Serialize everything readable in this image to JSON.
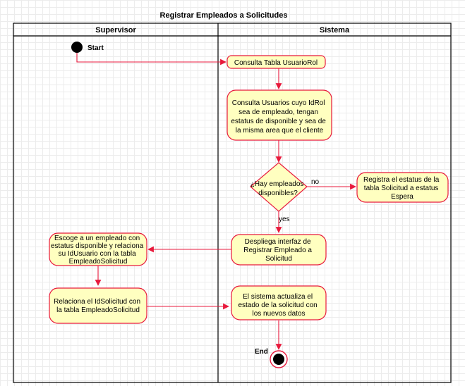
{
  "diagram": {
    "title": "Registrar Empleados a Solicitudes",
    "lanes": [
      {
        "id": "supervisor",
        "label": "Supervisor"
      },
      {
        "id": "sistema",
        "label": "Sistema"
      }
    ],
    "start": {
      "label": "Start"
    },
    "end": {
      "label": "End"
    },
    "nodes": [
      {
        "id": "consulta-tabla",
        "lines": [
          "Consulta Tabla UsuarioRol"
        ]
      },
      {
        "id": "consulta-usuarios",
        "lines": [
          "Consulta Usuarios cuyo IdRol",
          "sea de empleado, tengan",
          "estatus de disponible y sea de",
          "la misma area que el cliente"
        ]
      },
      {
        "id": "decision",
        "lines": [
          "¿Hay empleados",
          "disponibles?"
        ]
      },
      {
        "id": "registra-estatus",
        "lines": [
          "Registra el estatus de la",
          "tabla Solicitud a estatus",
          "Espera"
        ]
      },
      {
        "id": "despliega-interfaz",
        "lines": [
          "Despliega interfaz de",
          "Registrar Empleado a",
          "Solicitud"
        ]
      },
      {
        "id": "escoge-empleado",
        "lines": [
          "Escoge a un empleado con",
          "estatus disponible y relaciona",
          "su IdUsuario con la tabla",
          "EmpleadoSolicitud"
        ]
      },
      {
        "id": "relaciona",
        "lines": [
          "Relaciona el IdSolicitud con",
          "la tabla EmpleadoSolicitud"
        ]
      },
      {
        "id": "actualiza",
        "lines": [
          "El sistema actualiza el",
          "estado de la solicitud con",
          "los nuevos datos"
        ]
      }
    ],
    "edges": [
      {
        "from": "start",
        "to": "consulta-tabla",
        "label": ""
      },
      {
        "from": "consulta-tabla",
        "to": "consulta-usuarios",
        "label": ""
      },
      {
        "from": "consulta-usuarios",
        "to": "decision",
        "label": ""
      },
      {
        "from": "decision",
        "to": "registra-estatus",
        "label": "no"
      },
      {
        "from": "decision",
        "to": "despliega-interfaz",
        "label": "yes"
      },
      {
        "from": "despliega-interfaz",
        "to": "escoge-empleado",
        "label": ""
      },
      {
        "from": "escoge-empleado",
        "to": "relaciona",
        "label": ""
      },
      {
        "from": "relaciona",
        "to": "actualiza",
        "label": ""
      },
      {
        "from": "actualiza",
        "to": "end",
        "label": ""
      }
    ],
    "colors": {
      "fill": "#ffffc0",
      "stroke": "#e8193c",
      "terminal": "#000000"
    }
  }
}
